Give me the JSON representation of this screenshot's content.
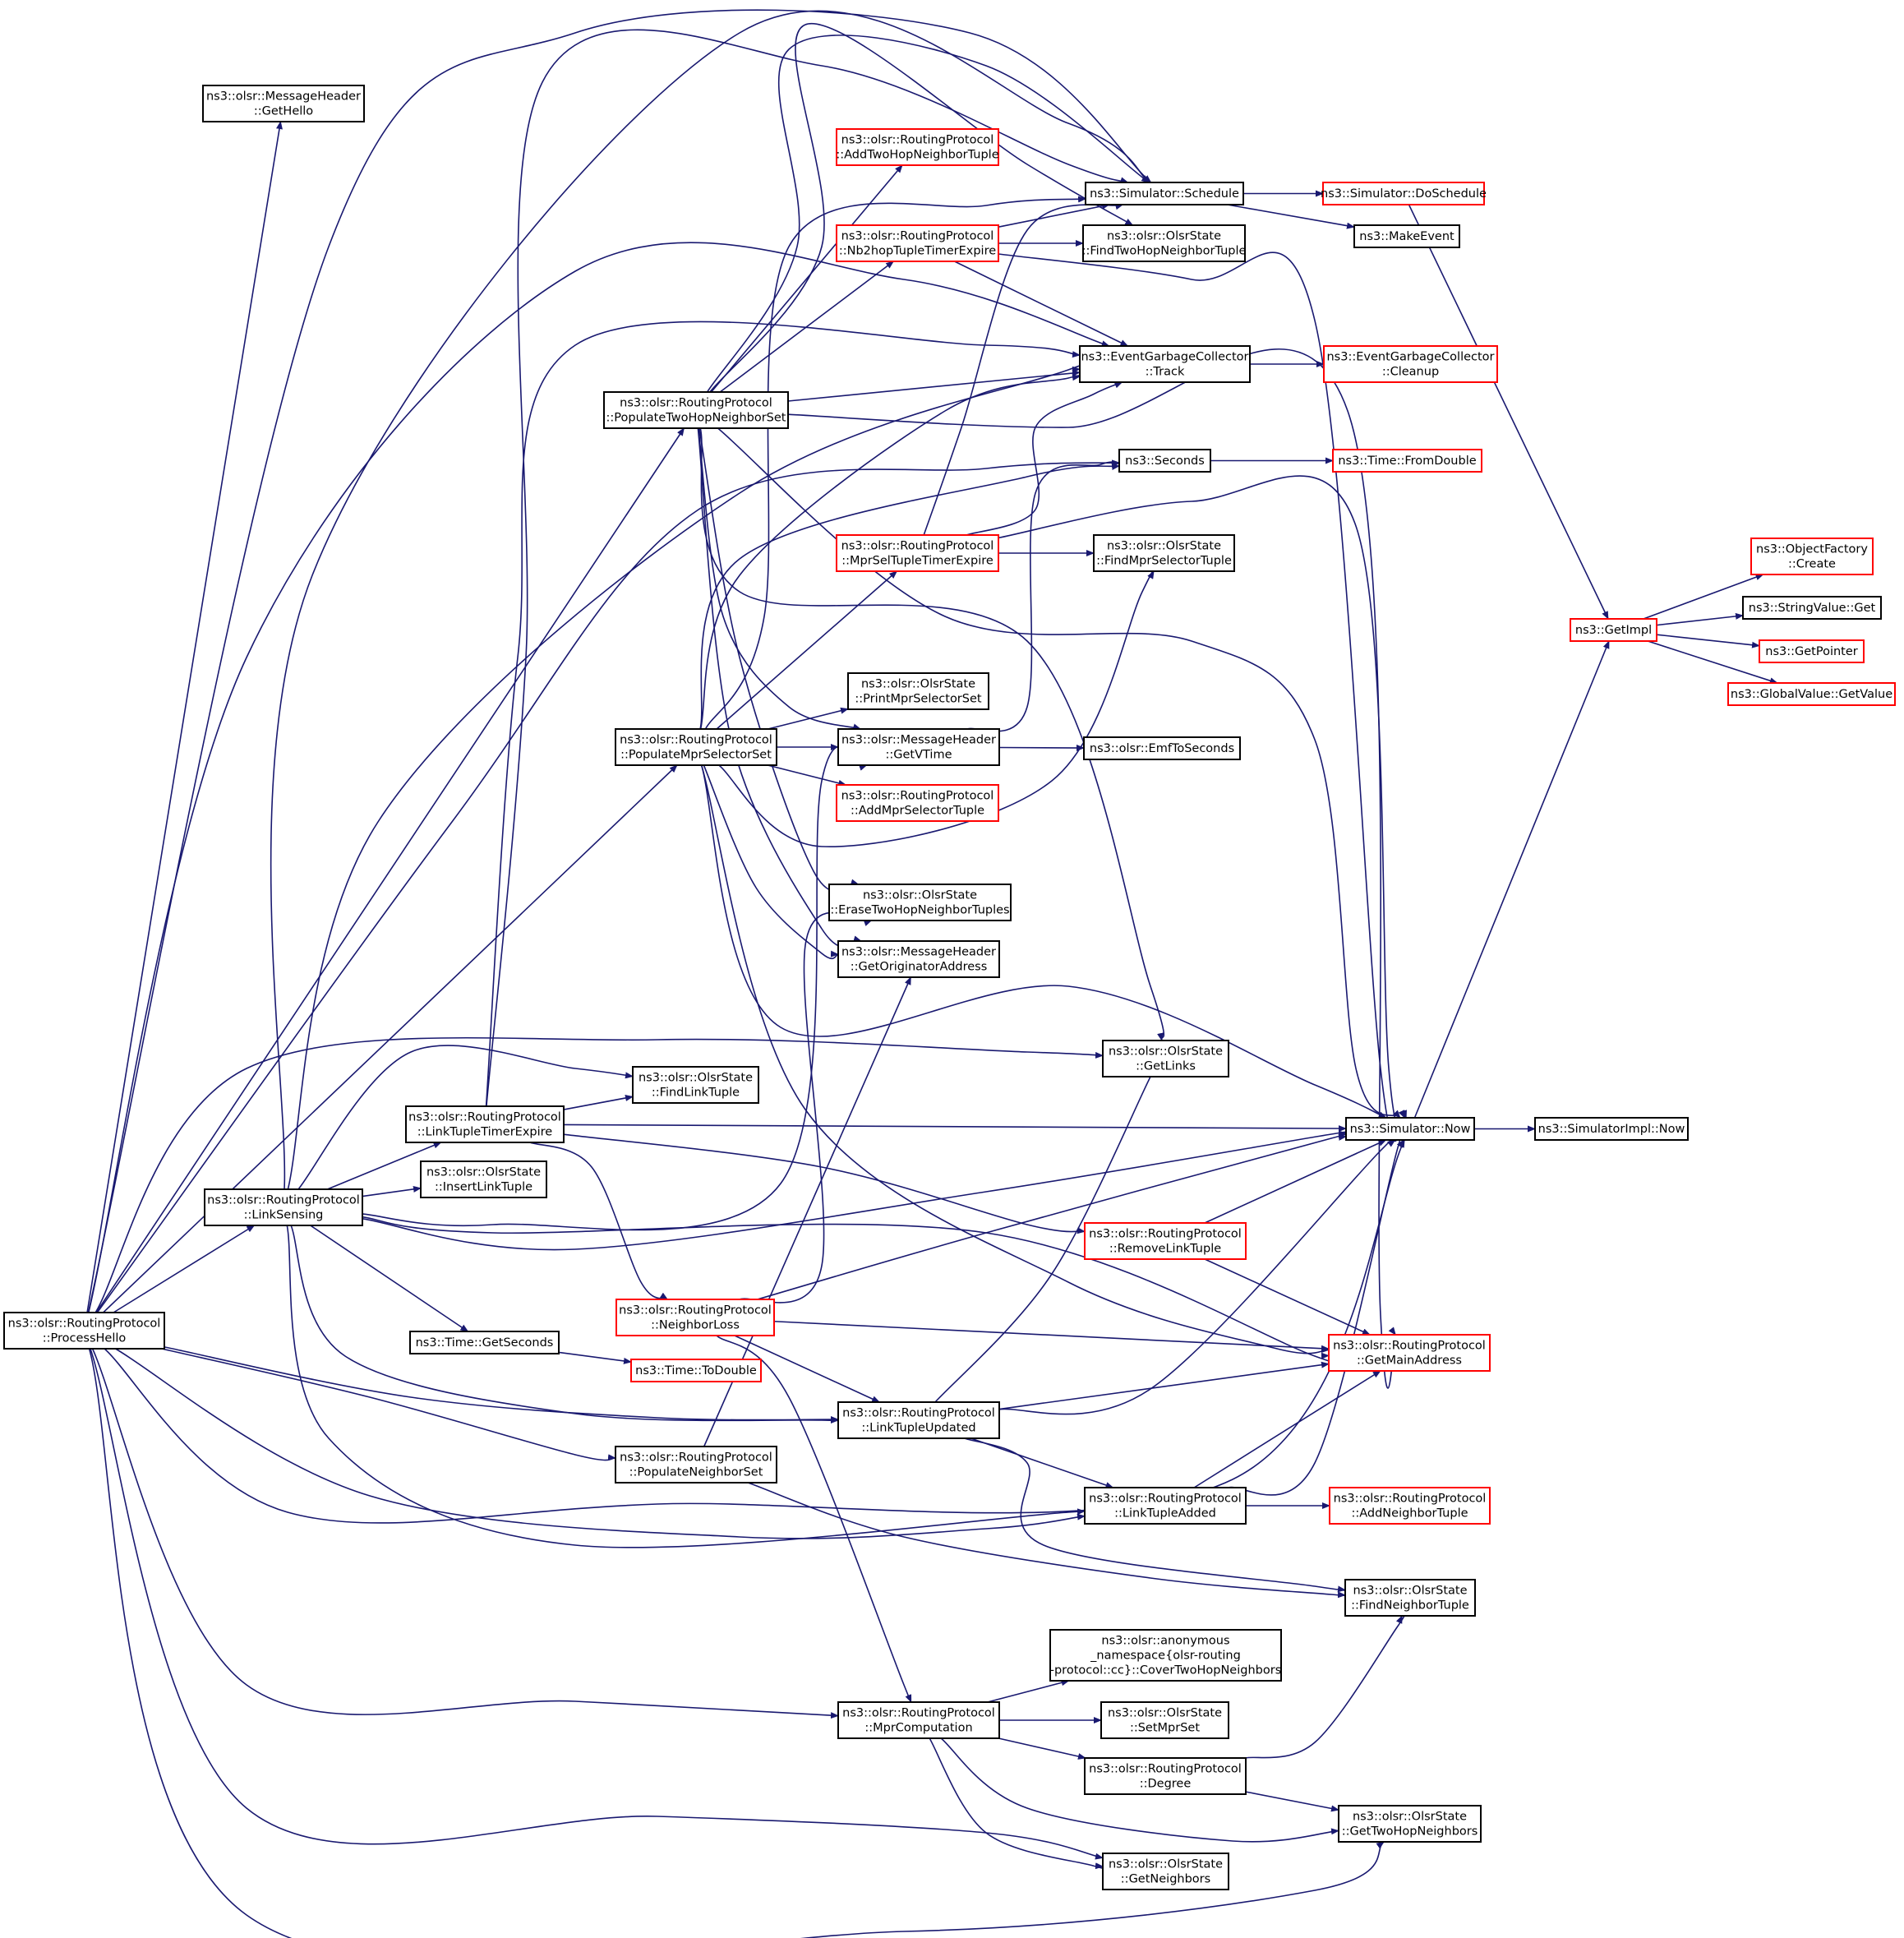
{
  "diagram": {
    "colors": {
      "edge": "#191970",
      "node_border": "#000000",
      "node_border_red": "#ff0000",
      "focus_fill": "#bfbfbf",
      "text": "#000000",
      "background": "#ffffff"
    },
    "nodes": [
      {
        "id": "processHello",
        "lines": [
          "ns3::olsr::RoutingProtocol",
          "::ProcessHello"
        ],
        "style": "focus",
        "interactable": false
      },
      {
        "id": "getHello",
        "lines": [
          "ns3::olsr::MessageHeader",
          "::GetHello"
        ],
        "style": "black",
        "interactable": true
      },
      {
        "id": "addTwoHop",
        "lines": [
          "ns3::olsr::RoutingProtocol",
          "::AddTwoHopNeighborTuple"
        ],
        "style": "red",
        "interactable": true
      },
      {
        "id": "schedule",
        "lines": [
          "ns3::Simulator::Schedule"
        ],
        "style": "black",
        "interactable": true
      },
      {
        "id": "doSchedule",
        "lines": [
          "ns3::Simulator::DoSchedule"
        ],
        "style": "red",
        "interactable": true
      },
      {
        "id": "nb2hop",
        "lines": [
          "ns3::olsr::RoutingProtocol",
          "::Nb2hopTupleTimerExpire"
        ],
        "style": "red",
        "interactable": true
      },
      {
        "id": "findTwoHop",
        "lines": [
          "ns3::olsr::OlsrState",
          "::FindTwoHopNeighborTuple"
        ],
        "style": "black",
        "interactable": true
      },
      {
        "id": "makeEvent",
        "lines": [
          "ns3::MakeEvent"
        ],
        "style": "black",
        "interactable": true
      },
      {
        "id": "track",
        "lines": [
          "ns3::EventGarbageCollector",
          "::Track"
        ],
        "style": "black",
        "interactable": true
      },
      {
        "id": "cleanup",
        "lines": [
          "ns3::EventGarbageCollector",
          "::Cleanup"
        ],
        "style": "red",
        "interactable": true
      },
      {
        "id": "populateTwoHop",
        "lines": [
          "ns3::olsr::RoutingProtocol",
          "::PopulateTwoHopNeighborSet"
        ],
        "style": "black",
        "interactable": true
      },
      {
        "id": "seconds",
        "lines": [
          "ns3::Seconds"
        ],
        "style": "black",
        "interactable": true
      },
      {
        "id": "fromDouble",
        "lines": [
          "ns3::Time::FromDouble"
        ],
        "style": "red",
        "interactable": true
      },
      {
        "id": "mprSelExpire",
        "lines": [
          "ns3::olsr::RoutingProtocol",
          "::MprSelTupleTimerExpire"
        ],
        "style": "red",
        "interactable": true
      },
      {
        "id": "findMprSel",
        "lines": [
          "ns3::olsr::OlsrState",
          "::FindMprSelectorTuple"
        ],
        "style": "black",
        "interactable": true
      },
      {
        "id": "objCreate",
        "lines": [
          "ns3::ObjectFactory",
          "::Create"
        ],
        "style": "red",
        "interactable": true
      },
      {
        "id": "getImpl",
        "lines": [
          "ns3::GetImpl"
        ],
        "style": "red",
        "interactable": true
      },
      {
        "id": "strGet",
        "lines": [
          "ns3::StringValue::Get"
        ],
        "style": "black",
        "interactable": true
      },
      {
        "id": "getPointer",
        "lines": [
          "ns3::GetPointer"
        ],
        "style": "red",
        "interactable": true
      },
      {
        "id": "globalGet",
        "lines": [
          "ns3::GlobalValue::GetValue"
        ],
        "style": "red",
        "interactable": true
      },
      {
        "id": "printMprSel",
        "lines": [
          "ns3::olsr::OlsrState",
          "::PrintMprSelectorSet"
        ],
        "style": "black",
        "interactable": true
      },
      {
        "id": "populateMprSel",
        "lines": [
          "ns3::olsr::RoutingProtocol",
          "::PopulateMprSelectorSet"
        ],
        "style": "black",
        "interactable": true
      },
      {
        "id": "getVTime",
        "lines": [
          "ns3::olsr::MessageHeader",
          "::GetVTime"
        ],
        "style": "black",
        "interactable": true
      },
      {
        "id": "emfToSec",
        "lines": [
          "ns3::olsr::EmfToSeconds"
        ],
        "style": "black",
        "interactable": true
      },
      {
        "id": "addMprSel",
        "lines": [
          "ns3::olsr::RoutingProtocol",
          "::AddMprSelectorTuple"
        ],
        "style": "red",
        "interactable": true
      },
      {
        "id": "eraseTwoHop",
        "lines": [
          "ns3::olsr::OlsrState",
          "::EraseTwoHopNeighborTuples"
        ],
        "style": "black",
        "interactable": true
      },
      {
        "id": "getOrig",
        "lines": [
          "ns3::olsr::MessageHeader",
          "::GetOriginatorAddress"
        ],
        "style": "black",
        "interactable": true
      },
      {
        "id": "getLinks",
        "lines": [
          "ns3::olsr::OlsrState",
          "::GetLinks"
        ],
        "style": "black",
        "interactable": true
      },
      {
        "id": "findLink",
        "lines": [
          "ns3::olsr::OlsrState",
          "::FindLinkTuple"
        ],
        "style": "black",
        "interactable": true
      },
      {
        "id": "linkExpire",
        "lines": [
          "ns3::olsr::RoutingProtocol",
          "::LinkTupleTimerExpire"
        ],
        "style": "black",
        "interactable": true
      },
      {
        "id": "simNow",
        "lines": [
          "ns3::Simulator::Now"
        ],
        "style": "black",
        "interactable": true
      },
      {
        "id": "implNow",
        "lines": [
          "ns3::SimulatorImpl::Now"
        ],
        "style": "black",
        "interactable": true
      },
      {
        "id": "insertLink",
        "lines": [
          "ns3::olsr::OlsrState",
          "::InsertLinkTuple"
        ],
        "style": "black",
        "interactable": true
      },
      {
        "id": "linkSensing",
        "lines": [
          "ns3::olsr::RoutingProtocol",
          "::LinkSensing"
        ],
        "style": "black",
        "interactable": true
      },
      {
        "id": "removeLink",
        "lines": [
          "ns3::olsr::RoutingProtocol",
          "::RemoveLinkTuple"
        ],
        "style": "red",
        "interactable": true
      },
      {
        "id": "neighborLoss",
        "lines": [
          "ns3::olsr::RoutingProtocol",
          "::NeighborLoss"
        ],
        "style": "red",
        "interactable": true
      },
      {
        "id": "getSeconds",
        "lines": [
          "ns3::Time::GetSeconds"
        ],
        "style": "black",
        "interactable": true
      },
      {
        "id": "getMain",
        "lines": [
          "ns3::olsr::RoutingProtocol",
          "::GetMainAddress"
        ],
        "style": "red",
        "interactable": true
      },
      {
        "id": "toDouble",
        "lines": [
          "ns3::Time::ToDouble"
        ],
        "style": "red",
        "interactable": true
      },
      {
        "id": "linkUpdated",
        "lines": [
          "ns3::olsr::RoutingProtocol",
          "::LinkTupleUpdated"
        ],
        "style": "black",
        "interactable": true
      },
      {
        "id": "populateNeighbor",
        "lines": [
          "ns3::olsr::RoutingProtocol",
          "::PopulateNeighborSet"
        ],
        "style": "black",
        "interactable": true
      },
      {
        "id": "linkAdded",
        "lines": [
          "ns3::olsr::RoutingProtocol",
          "::LinkTupleAdded"
        ],
        "style": "black",
        "interactable": true
      },
      {
        "id": "addNeighbor",
        "lines": [
          "ns3::olsr::RoutingProtocol",
          "::AddNeighborTuple"
        ],
        "style": "red",
        "interactable": true
      },
      {
        "id": "findNeighbor",
        "lines": [
          "ns3::olsr::OlsrState",
          "::FindNeighborTuple"
        ],
        "style": "black",
        "interactable": true
      },
      {
        "id": "coverTwoHop",
        "lines": [
          "ns3::olsr::anonymous",
          "_namespace{olsr-routing",
          "-protocol::cc}::CoverTwoHopNeighbors"
        ],
        "style": "black",
        "interactable": true
      },
      {
        "id": "mprComp",
        "lines": [
          "ns3::olsr::RoutingProtocol",
          "::MprComputation"
        ],
        "style": "black",
        "interactable": true
      },
      {
        "id": "setMpr",
        "lines": [
          "ns3::olsr::OlsrState",
          "::SetMprSet"
        ],
        "style": "black",
        "interactable": true
      },
      {
        "id": "degree",
        "lines": [
          "ns3::olsr::RoutingProtocol",
          "::Degree"
        ],
        "style": "black",
        "interactable": true
      },
      {
        "id": "getTwoHop",
        "lines": [
          "ns3::olsr::OlsrState",
          "::GetTwoHopNeighbors"
        ],
        "style": "black",
        "interactable": true
      },
      {
        "id": "getNeighbors",
        "lines": [
          "ns3::olsr::OlsrState",
          "::GetNeighbors"
        ],
        "style": "black",
        "interactable": true
      }
    ],
    "edges": [
      {
        "from": "processHello",
        "to": "getHello"
      },
      {
        "from": "processHello",
        "to": "schedule"
      },
      {
        "from": "processHello",
        "to": "track"
      },
      {
        "from": "processHello",
        "to": "populateTwoHop"
      },
      {
        "from": "processHello",
        "to": "seconds"
      },
      {
        "from": "processHello",
        "to": "populateMprSel"
      },
      {
        "from": "processHello",
        "to": "getLinks"
      },
      {
        "from": "processHello",
        "to": "linkSensing"
      },
      {
        "from": "processHello",
        "to": "populateNeighbor"
      },
      {
        "from": "processHello",
        "to": "simNow"
      },
      {
        "from": "processHello",
        "to": "mprComp"
      },
      {
        "from": "processHello",
        "to": "getNeighbors"
      },
      {
        "from": "processHello",
        "to": "getTwoHop"
      },
      {
        "from": "processHello",
        "to": "linkUpdated"
      },
      {
        "from": "processHello",
        "to": "linkAdded"
      },
      {
        "from": "schedule",
        "to": "doSchedule"
      },
      {
        "from": "schedule",
        "to": "makeEvent"
      },
      {
        "from": "doSchedule",
        "to": "getImpl"
      },
      {
        "from": "track",
        "to": "cleanup"
      },
      {
        "from": "seconds",
        "to": "fromDouble"
      },
      {
        "from": "nb2hop",
        "to": "schedule"
      },
      {
        "from": "nb2hop",
        "to": "findTwoHop"
      },
      {
        "from": "nb2hop",
        "to": "track"
      },
      {
        "from": "nb2hop",
        "to": "simNow"
      },
      {
        "from": "populateTwoHop",
        "to": "addTwoHop"
      },
      {
        "from": "populateTwoHop",
        "to": "nb2hop"
      },
      {
        "from": "populateTwoHop",
        "to": "schedule"
      },
      {
        "from": "populateTwoHop",
        "to": "findTwoHop"
      },
      {
        "from": "populateTwoHop",
        "to": "track"
      },
      {
        "from": "populateTwoHop",
        "to": "simNow"
      },
      {
        "from": "populateTwoHop",
        "to": "getMain"
      },
      {
        "from": "populateTwoHop",
        "to": "getLinks"
      },
      {
        "from": "populateTwoHop",
        "to": "getVTime"
      },
      {
        "from": "populateTwoHop",
        "to": "eraseTwoHop"
      },
      {
        "from": "populateTwoHop",
        "to": "getOrig"
      },
      {
        "from": "mprSelExpire",
        "to": "schedule"
      },
      {
        "from": "mprSelExpire",
        "to": "track"
      },
      {
        "from": "mprSelExpire",
        "to": "findMprSel"
      },
      {
        "from": "mprSelExpire",
        "to": "simNow"
      },
      {
        "from": "getImpl",
        "to": "objCreate"
      },
      {
        "from": "getImpl",
        "to": "strGet"
      },
      {
        "from": "getImpl",
        "to": "getPointer"
      },
      {
        "from": "getImpl",
        "to": "globalGet"
      },
      {
        "from": "populateMprSel",
        "to": "track"
      },
      {
        "from": "populateMprSel",
        "to": "mprSelExpire"
      },
      {
        "from": "populateMprSel",
        "to": "printMprSel"
      },
      {
        "from": "populateMprSel",
        "to": "getVTime"
      },
      {
        "from": "populateMprSel",
        "to": "addMprSel"
      },
      {
        "from": "populateMprSel",
        "to": "getOrig"
      },
      {
        "from": "populateMprSel",
        "to": "getMain"
      },
      {
        "from": "populateMprSel",
        "to": "findMprSel"
      },
      {
        "from": "populateMprSel",
        "to": "simNow"
      },
      {
        "from": "populateMprSel",
        "to": "schedule"
      },
      {
        "from": "populateMprSel",
        "to": "seconds"
      },
      {
        "from": "getVTime",
        "to": "emfToSec"
      },
      {
        "from": "getVTime",
        "to": "seconds"
      },
      {
        "from": "linkExpire",
        "to": "schedule"
      },
      {
        "from": "linkExpire",
        "to": "track"
      },
      {
        "from": "linkExpire",
        "to": "findLink"
      },
      {
        "from": "linkExpire",
        "to": "simNow"
      },
      {
        "from": "linkExpire",
        "to": "removeLink"
      },
      {
        "from": "linkExpire",
        "to": "neighborLoss"
      },
      {
        "from": "simNow",
        "to": "implNow"
      },
      {
        "from": "simNow",
        "to": "getImpl"
      },
      {
        "from": "linkSensing",
        "to": "schedule"
      },
      {
        "from": "linkSensing",
        "to": "track"
      },
      {
        "from": "linkSensing",
        "to": "findLink"
      },
      {
        "from": "linkSensing",
        "to": "linkExpire"
      },
      {
        "from": "linkSensing",
        "to": "insertLink"
      },
      {
        "from": "linkSensing",
        "to": "simNow"
      },
      {
        "from": "linkSensing",
        "to": "getSeconds"
      },
      {
        "from": "linkSensing",
        "to": "linkUpdated"
      },
      {
        "from": "linkSensing",
        "to": "linkAdded"
      },
      {
        "from": "linkSensing",
        "to": "getVTime"
      },
      {
        "from": "linkSensing",
        "to": "getMain"
      },
      {
        "from": "removeLink",
        "to": "simNow"
      },
      {
        "from": "removeLink",
        "to": "getMain"
      },
      {
        "from": "neighborLoss",
        "to": "simNow"
      },
      {
        "from": "neighborLoss",
        "to": "getMain"
      },
      {
        "from": "neighborLoss",
        "to": "eraseTwoHop"
      },
      {
        "from": "neighborLoss",
        "to": "mprComp"
      },
      {
        "from": "neighborLoss",
        "to": "linkUpdated"
      },
      {
        "from": "getSeconds",
        "to": "toDouble"
      },
      {
        "from": "linkUpdated",
        "to": "getLinks"
      },
      {
        "from": "linkUpdated",
        "to": "simNow"
      },
      {
        "from": "linkUpdated",
        "to": "getMain"
      },
      {
        "from": "linkUpdated",
        "to": "linkAdded"
      },
      {
        "from": "linkUpdated",
        "to": "findNeighbor"
      },
      {
        "from": "populateNeighbor",
        "to": "getOrig"
      },
      {
        "from": "populateNeighbor",
        "to": "findNeighbor"
      },
      {
        "from": "linkAdded",
        "to": "simNow"
      },
      {
        "from": "linkAdded",
        "to": "getMain"
      },
      {
        "from": "linkAdded",
        "to": "addNeighbor"
      },
      {
        "from": "mprComp",
        "to": "coverTwoHop"
      },
      {
        "from": "mprComp",
        "to": "setMpr"
      },
      {
        "from": "mprComp",
        "to": "degree"
      },
      {
        "from": "mprComp",
        "to": "getTwoHop"
      },
      {
        "from": "mprComp",
        "to": "getNeighbors"
      },
      {
        "from": "degree",
        "to": "findNeighbor"
      },
      {
        "from": "degree",
        "to": "getTwoHop"
      }
    ]
  }
}
